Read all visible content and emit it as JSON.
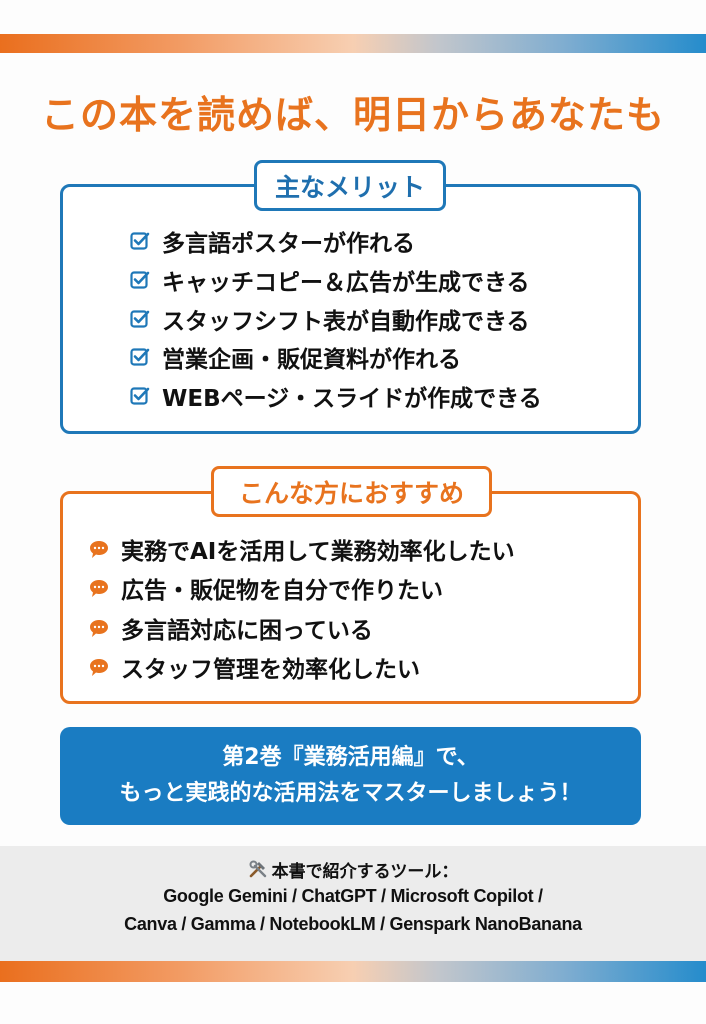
{
  "headline": "この本を読めば、明日からあなたも",
  "merits": {
    "label": "主なメリット",
    "items": [
      "多言語ポスターが作れる",
      "キャッチコピー＆広告が生成できる",
      "スタッフシフト表が自動作成できる",
      "営業企画・販促資料が作れる",
      "WEBページ・スライドが作成できる"
    ],
    "icon": "checkbox-checked-icon"
  },
  "recommend": {
    "label": "こんな方におすすめ",
    "items": [
      "実務でAIを活用して業務効率化したい",
      "広告・販促物を自分で作りたい",
      "多言語対応に困っている",
      "スタッフ管理を効率化したい"
    ],
    "icon": "speech-bubble-icon"
  },
  "banner": {
    "line1": "第2巻『業務活用編』で、",
    "line2": "もっと実践的な活用法をマスターしましょう！"
  },
  "tools": {
    "icon": "hammer-wrench-icon",
    "title": "本書で紹介するツール：",
    "line1": "Google Gemini / ChatGPT / Microsoft Copilot /",
    "line2": "Canva / Gamma / NotebookLM / Genspark  NanoBanana"
  },
  "colors": {
    "orange": "#e8731e",
    "blue": "#1f78b8",
    "banner_blue": "#1a7cc2",
    "footer_gray": "#ececec"
  }
}
